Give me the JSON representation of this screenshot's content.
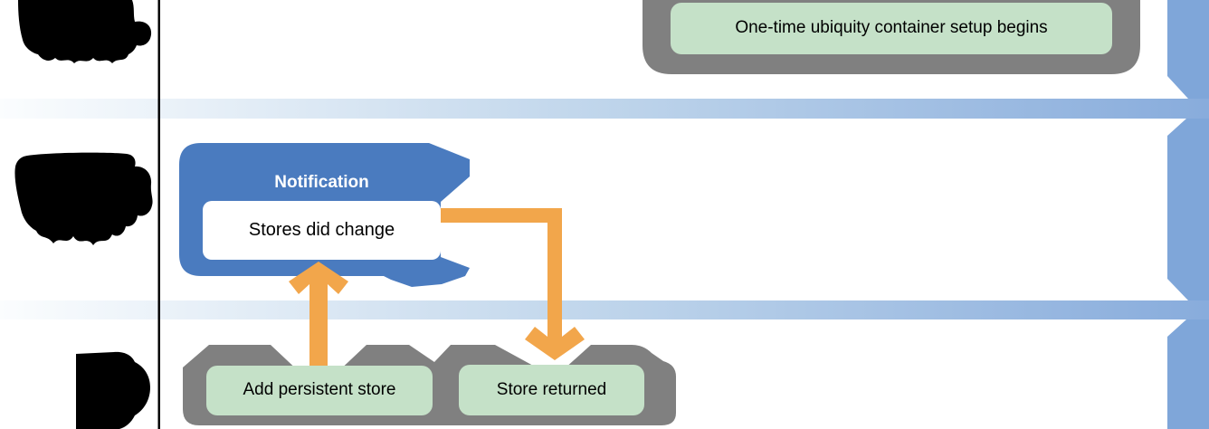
{
  "top_container": {
    "label": "One-time ubiquity container setup begins"
  },
  "notification": {
    "title": "Notification",
    "body": "Stores did change"
  },
  "bottom_container": {
    "box1": "Add persistent store",
    "box2": "Store returned"
  },
  "colors": {
    "band_blue_end": "#88ACDC",
    "band_blue_start": "#F7FAFD",
    "bar_blue": "#7FA6D9",
    "flag_blue": "#4A7BBF",
    "green": "#C5E1C8",
    "gray": "#808080",
    "orange": "#F2A64B"
  }
}
